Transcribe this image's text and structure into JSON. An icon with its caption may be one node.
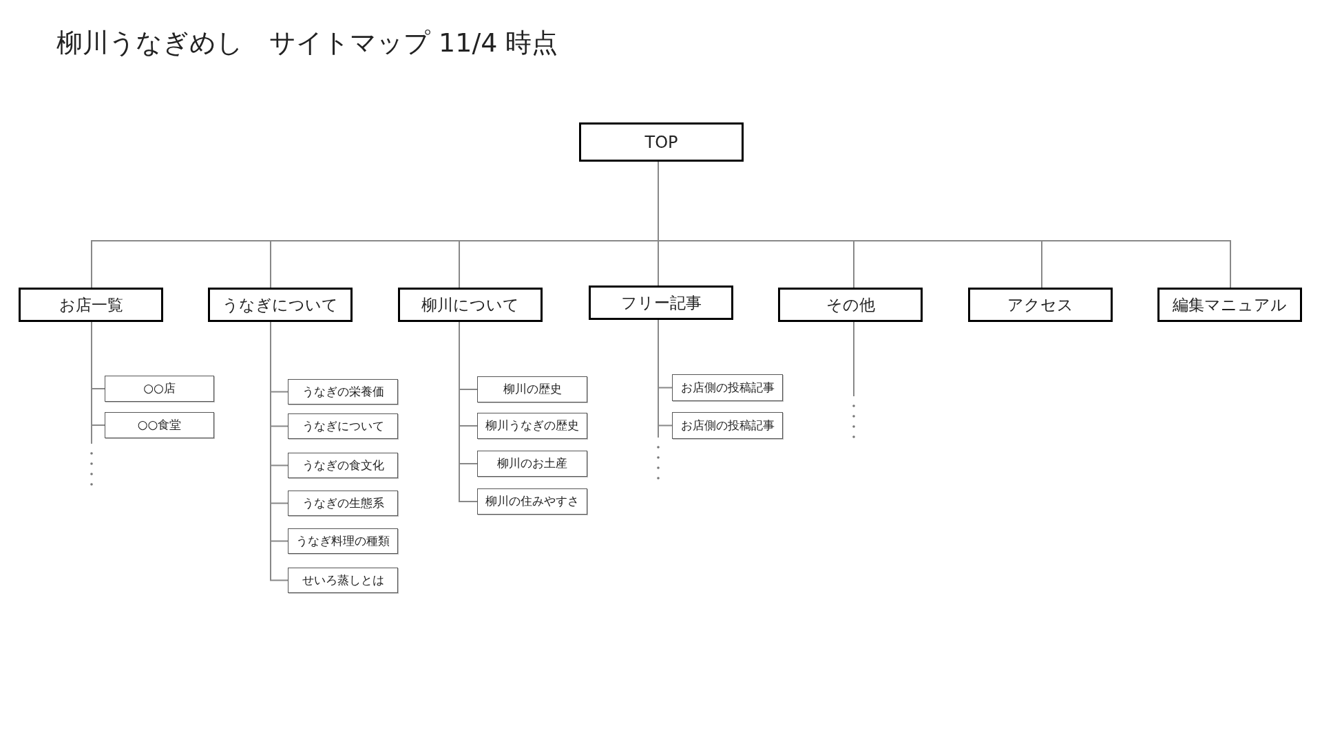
{
  "diagram": {
    "title": "柳川うなぎめし　サイトマップ 11/4 時点",
    "nodes": [
      {
        "text": [
          "TOP"
        ]
      },
      {
        "text": [
          "お店一覧"
        ]
      },
      {
        "text": [
          "うなぎについて"
        ]
      },
      {
        "text": [
          "柳川について"
        ]
      },
      {
        "text": [
          "フリー記事"
        ]
      },
      {
        "text": [
          "その他"
        ]
      },
      {
        "text": [
          "アクセス"
        ]
      },
      {
        "text": [
          "編集マニュアル"
        ]
      },
      {
        "text": [
          "○○店"
        ]
      },
      {
        "text": [
          "○○食堂"
        ]
      },
      {
        "text": [
          "うなぎの栄養価"
        ]
      },
      {
        "text": [
          "うなぎについて"
        ]
      },
      {
        "text": [
          "うなぎの食文化"
        ]
      },
      {
        "text": [
          "うなぎの生態系"
        ]
      },
      {
        "text": [
          "うなぎ料理の種類"
        ]
      },
      {
        "text": [
          "せいろ蒸しとは"
        ]
      },
      {
        "text": [
          "柳川の歴史"
        ]
      },
      {
        "text": [
          "柳川うなぎの歴史"
        ]
      },
      {
        "text": [
          "柳川のお土産"
        ]
      },
      {
        "text": [
          "柳川の住みやすさ"
        ]
      },
      {
        "text": [
          "お店側の投稿記事"
        ]
      },
      {
        "text": [
          "お店側の投稿記事"
        ]
      }
    ],
    "edges": [
      {
        "from": 0,
        "to": 1,
        "arrow": "none"
      },
      {
        "from": 0,
        "to": 2,
        "arrow": "none"
      },
      {
        "from": 0,
        "to": 3,
        "arrow": "none"
      },
      {
        "from": 0,
        "to": 4,
        "arrow": "none"
      },
      {
        "from": 0,
        "to": 5,
        "arrow": "none"
      },
      {
        "from": 0,
        "to": 6,
        "arrow": "none"
      },
      {
        "from": 0,
        "to": 7,
        "arrow": "none"
      },
      {
        "from": 1,
        "to": 8,
        "arrow": "none"
      },
      {
        "from": 1,
        "to": 9,
        "arrow": "none"
      },
      {
        "from": 2,
        "to": 10,
        "arrow": "none"
      },
      {
        "from": 2,
        "to": 11,
        "arrow": "none"
      },
      {
        "from": 2,
        "to": 12,
        "arrow": "none"
      },
      {
        "from": 2,
        "to": 13,
        "arrow": "none"
      },
      {
        "from": 2,
        "to": 14,
        "arrow": "none"
      },
      {
        "from": 2,
        "to": 15,
        "arrow": "none"
      },
      {
        "from": 3,
        "to": 16,
        "arrow": "none"
      },
      {
        "from": 3,
        "to": 17,
        "arrow": "none"
      },
      {
        "from": 3,
        "to": 18,
        "arrow": "none"
      },
      {
        "from": 3,
        "to": 19,
        "arrow": "none"
      },
      {
        "from": 4,
        "to": 20,
        "arrow": "none"
      },
      {
        "from": 4,
        "to": 21,
        "arrow": "none"
      },
      {
        "from": 5,
        "to": null,
        "arrow": "none"
      }
    ]
  }
}
